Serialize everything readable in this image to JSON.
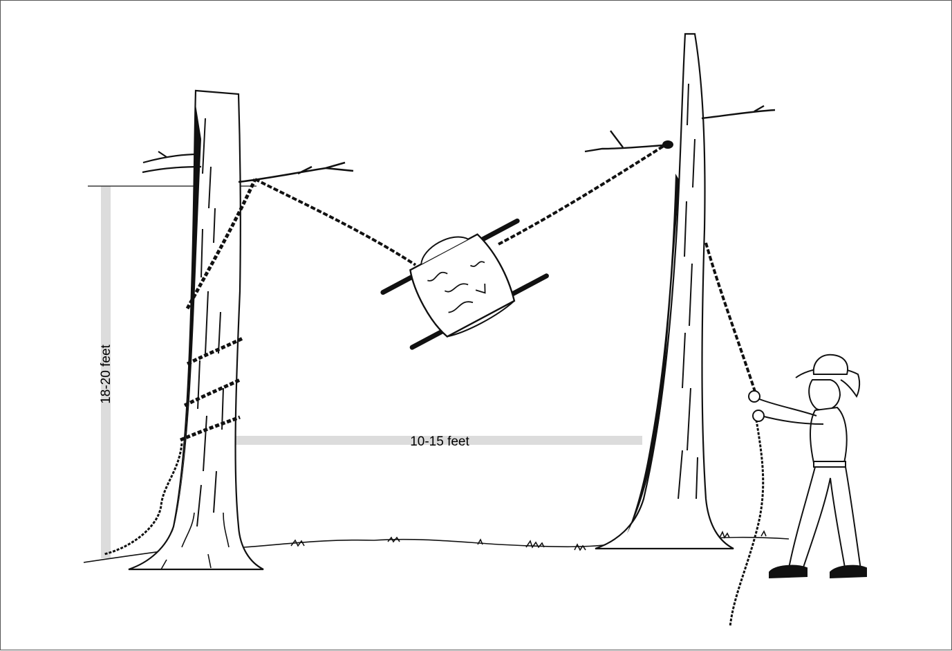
{
  "illustration": {
    "subject": "bear bag hung between two trees with rope, person pulling rope",
    "labels": {
      "height": "18-20 feet",
      "spacing": "10-15 feet"
    },
    "colors": {
      "ink": "#111111",
      "dimension_bar": "#dcdcdc",
      "background": "#ffffff"
    },
    "icons": [
      "tree-left",
      "tree-right",
      "food-bag",
      "rope",
      "person-pulling-rope"
    ]
  }
}
